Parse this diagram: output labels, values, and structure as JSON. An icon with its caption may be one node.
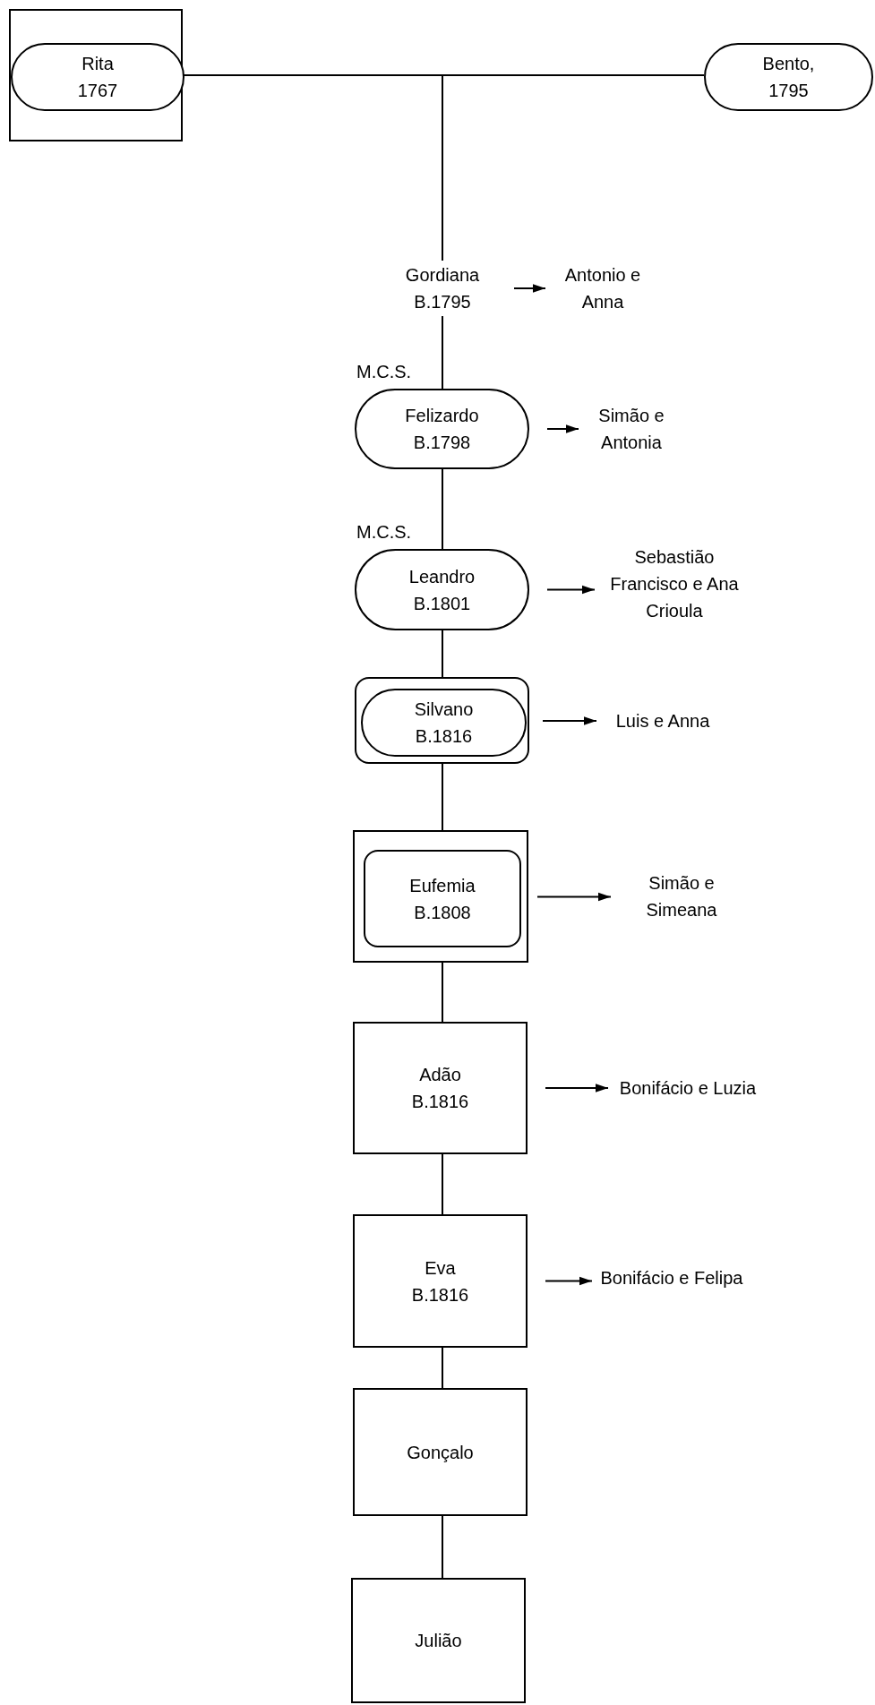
{
  "diagram": {
    "nodes": [
      {
        "text": [],
        "shape": "box"
      },
      {
        "text": [
          "Rita 1767"
        ],
        "in": 0
      },
      {
        "text": [
          "Bento, 1795"
        ]
      },
      {
        "text": [
          "Gordiana B.1795"
        ]
      },
      {
        "text": [
          "Antonio e Anna"
        ]
      },
      {
        "text": [
          "Felizardo B.1798"
        ],
        "beside": [
          "M.C.S."
        ]
      },
      {
        "text": [
          "Simão e Antonia"
        ]
      },
      {
        "text": [
          "Leandro B.1801"
        ],
        "beside": [
          "M.C.S."
        ]
      },
      {
        "text": [
          "Sebastião Francisco e Ana Crioula"
        ]
      },
      {
        "text": [],
        "shape": "box"
      },
      {
        "text": [
          "Silvano B.1816"
        ],
        "in": 9
      },
      {
        "text": [
          "Luis e Anna"
        ]
      },
      {
        "text": [],
        "shape": "box"
      },
      {
        "text": [
          "Eufemia B.1808"
        ],
        "in": 12
      },
      {
        "text": [
          "Simão e Simeana"
        ]
      },
      {
        "text": [
          "Adão B.1816"
        ]
      },
      {
        "text": [
          "Bonifácio e Luzia"
        ]
      },
      {
        "text": [
          "Eva B.1816"
        ]
      },
      {
        "text": [
          "Bonifácio e Felipa"
        ]
      },
      {
        "text": [
          "Gonçalo"
        ]
      },
      {
        "text": [
          "Julião"
        ]
      }
    ],
    "edges": [
      {
        "from": 0,
        "to": 2,
        "arrow": "none"
      },
      {
        "from": null,
        "to": 3,
        "arrow": "none"
      },
      {
        "from": 3,
        "to": 5,
        "arrow": "none"
      },
      {
        "from": 5,
        "to": 7,
        "arrow": "none"
      },
      {
        "from": 7,
        "to": 9,
        "arrow": "none"
      },
      {
        "from": 9,
        "to": 12,
        "arrow": "none"
      },
      {
        "from": 12,
        "to": 15,
        "arrow": "none"
      },
      {
        "from": 15,
        "to": 17,
        "arrow": "none"
      },
      {
        "from": 17,
        "to": 19,
        "arrow": "none"
      },
      {
        "from": 19,
        "to": 20,
        "arrow": "none"
      },
      {
        "from": 3,
        "to": 4,
        "arrow": "to"
      },
      {
        "from": 5,
        "to": 6,
        "arrow": "to"
      },
      {
        "from": 7,
        "to": 8,
        "arrow": "to"
      },
      {
        "from": 10,
        "to": 11,
        "arrow": "to"
      },
      {
        "from": 13,
        "to": 14,
        "arrow": "to"
      },
      {
        "from": 15,
        "to": 16,
        "arrow": "to"
      },
      {
        "from": 17,
        "to": 18,
        "arrow": "to"
      }
    ]
  }
}
